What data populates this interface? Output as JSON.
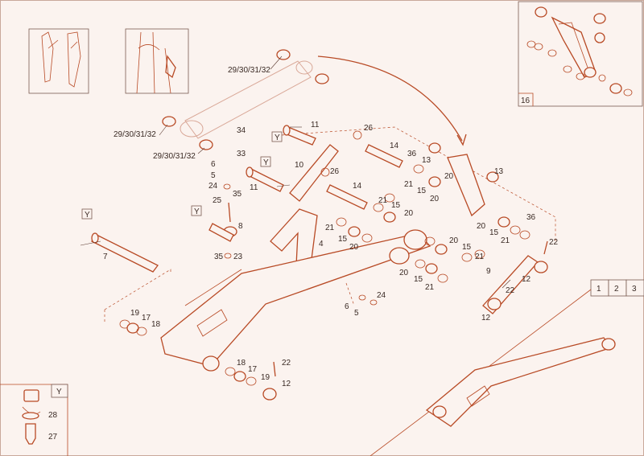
{
  "colors": {
    "line": "#b84a25",
    "text": "#3a2a24",
    "background": "#fbf3ef"
  },
  "tabs": [
    "1",
    "2",
    "3"
  ],
  "inset_labels": {
    "top_right": "16",
    "bottom_left": "Y"
  },
  "y_tags": [
    "Y",
    "Y",
    "Y",
    "Y"
  ],
  "callouts": {
    "c29a": "29/30/31/32",
    "c29b": "29/30/31/32",
    "c29c": "29/30/31/32",
    "c34": "34",
    "c33": "33",
    "c6a": "6",
    "c5a": "5",
    "c24a": "24",
    "c35a": "35",
    "c11a": "11",
    "c11b": "11",
    "c25": "25",
    "c8": "8",
    "c35b": "35",
    "c23": "23",
    "c7": "7",
    "c10": "10",
    "c26a": "26",
    "c26b": "26",
    "c14a": "14",
    "c14b": "14",
    "c36a": "36",
    "c13a": "13",
    "c13b": "13",
    "c21a": "21",
    "c20a": "20",
    "c21b": "21",
    "c15a": "15",
    "c20b": "20",
    "c4": "4",
    "c15b": "15",
    "c20c": "20",
    "c21c": "21",
    "c15c": "15",
    "c20d": "20",
    "c20e": "20",
    "c15d": "15",
    "c21d": "21",
    "c20f": "20",
    "c21e": "21",
    "c36b": "36",
    "c20g": "20",
    "c15e": "15",
    "c21f": "21",
    "c22a": "22",
    "c9": "9",
    "c12a": "12",
    "c12b": "12",
    "c6b": "6",
    "c5b": "5",
    "c24b": "24",
    "c19a": "19",
    "c17a": "17",
    "c18a": "18",
    "c18b": "18",
    "c17b": "17",
    "c19b": "19",
    "c22b": "22",
    "c12c": "12",
    "c28": "28",
    "c27": "27"
  }
}
